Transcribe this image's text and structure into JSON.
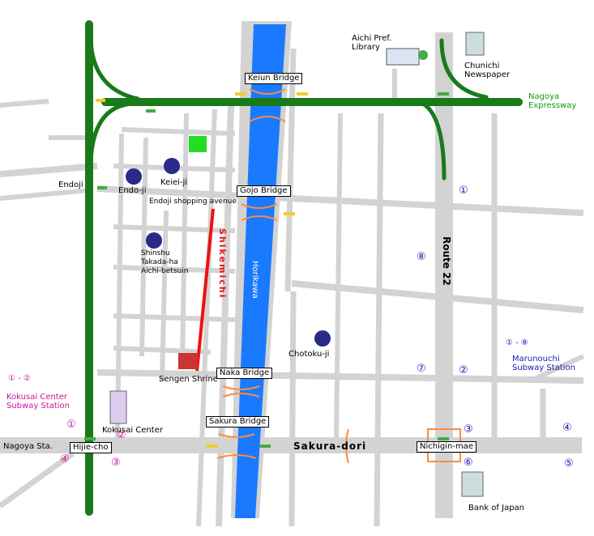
{
  "colors": {
    "street": "#d3d3d3",
    "expressway": "#1a7a1a",
    "river": "#1a7aff",
    "shikemichi": "#ee1111",
    "bridge": "#ff8a3c",
    "station_circle_pink": "#cc1199",
    "station_circle_blue": "#1a1ab5"
  },
  "labels": {
    "aichi_library": "Aichi Pref. Library",
    "chunichi": "Chunichi Newspaper",
    "expressway": "Nagoya Expressway",
    "endoji": "Endoji",
    "endoji_temple": "Endo-ji",
    "keiei_ji": "Keiei-ji",
    "shopping_avenue": "Endoji shopping avenue",
    "shinshu": "Shinshu Takada-ha Aichi-betsuin",
    "chotoku_ji": "Chotoku-ji",
    "sengen_shrine": "Sengen Shrine",
    "kokusai_center": "Kokusai Center",
    "kokusai_station": "Kokusai Center Subway Station",
    "kokusai_range": "① - ②",
    "marunouchi_station": "Marunouchi Subway Station",
    "marunouchi_range": "① - ⑧",
    "nagoya_sta": "Nagoya Sta.",
    "bank_of_japan": "Bank of Japan",
    "sakura_dori": "Sakura-dori",
    "route22": "Route 22",
    "horikawa": "Horikawa",
    "shikemichi": "Shikemichi"
  },
  "boxes": {
    "keiun": "Keiun Bridge",
    "gojo": "Gojo Bridge",
    "naka": "Naka Bridge",
    "sakura": "Sakura Bridge",
    "hisaya": "Hijie-cho",
    "nichigin": "Nichigin-mae"
  },
  "exits": {
    "kokusai": [
      "①",
      "②",
      "③",
      "④"
    ],
    "marunouchi": [
      "①",
      "②",
      "③",
      "④",
      "⑤",
      "⑥",
      "⑦",
      "⑧"
    ]
  }
}
